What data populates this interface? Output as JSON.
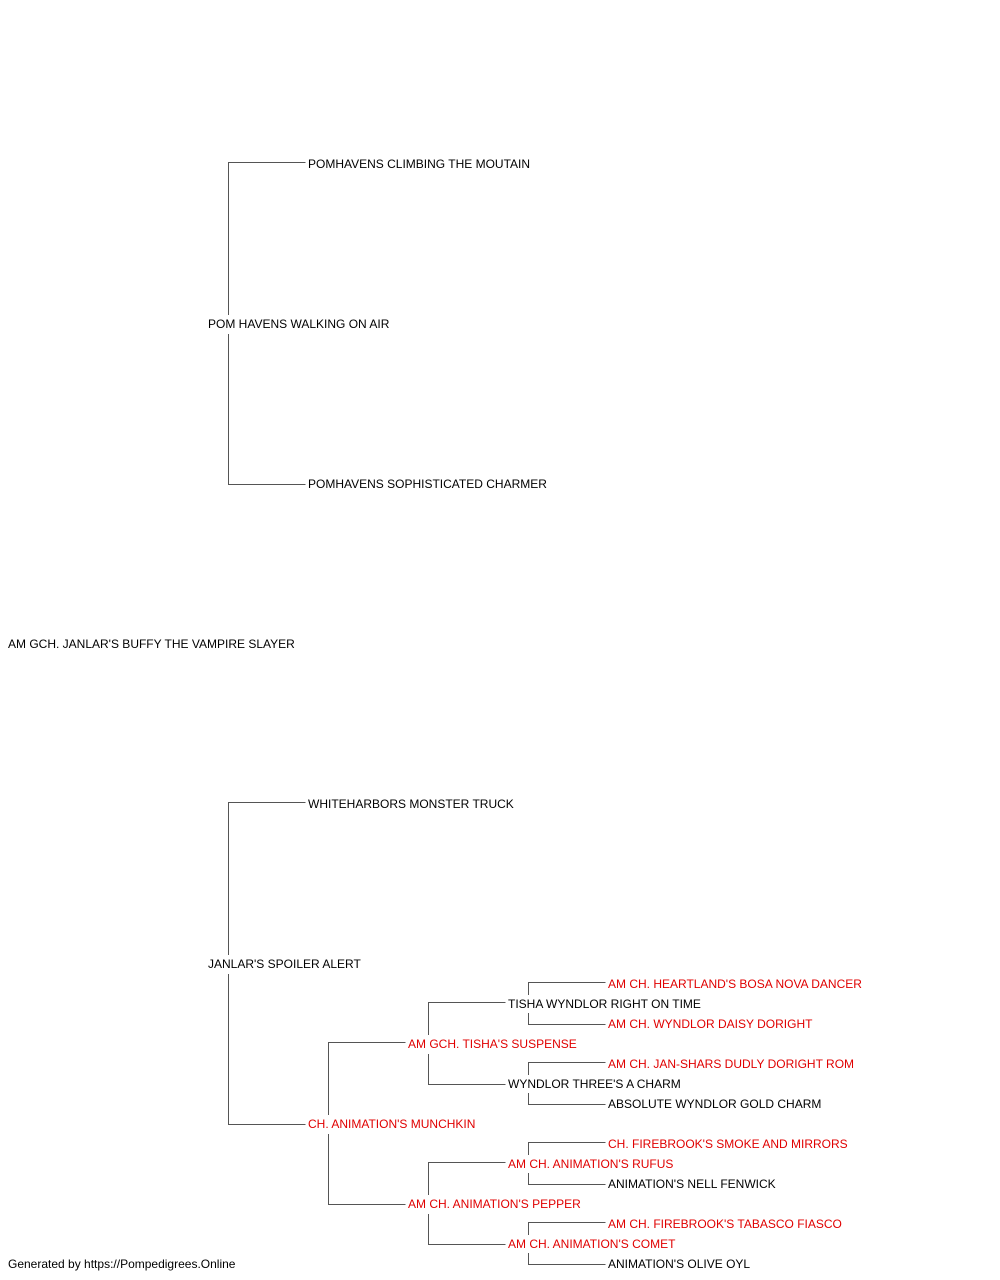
{
  "pedigree": {
    "subject": {
      "name": "AM GCH. JANLAR'S BUFFY THE VAMPIRE SLAYER",
      "titled": false
    },
    "sire": {
      "name": "POM HAVENS WALKING ON AIR",
      "titled": false,
      "sire": {
        "name": "POMHAVENS CLIMBING THE MOUTAIN",
        "titled": false
      },
      "dam": {
        "name": "POMHAVENS SOPHISTICATED CHARMER",
        "titled": false
      }
    },
    "dam": {
      "name": "JANLAR'S SPOILER ALERT",
      "titled": false,
      "sire": {
        "name": "WHITEHARBORS MONSTER TRUCK",
        "titled": false
      },
      "dam": {
        "name": "CH. ANIMATION'S MUNCHKIN",
        "titled": true,
        "sire": {
          "name": "AM GCH. TISHA'S SUSPENSE",
          "titled": true,
          "sire": {
            "name": "TISHA WYNDLOR RIGHT ON TIME",
            "titled": false,
            "sire": {
              "name": "AM CH. HEARTLAND'S BOSA NOVA DANCER",
              "titled": true
            },
            "dam": {
              "name": "AM CH. WYNDLOR DAISY DORIGHT",
              "titled": true
            }
          },
          "dam": {
            "name": "WYNDLOR THREE'S A CHARM",
            "titled": false,
            "sire": {
              "name": "AM CH. JAN-SHARS DUDLY DORIGHT ROM",
              "titled": true
            },
            "dam": {
              "name": "ABSOLUTE WYNDLOR GOLD CHARM",
              "titled": false
            }
          }
        },
        "dam": {
          "name": "AM CH. ANIMATION'S PEPPER",
          "titled": true,
          "sire": {
            "name": "AM CH. ANIMATION'S RUFUS",
            "titled": true,
            "sire": {
              "name": "CH. FIREBROOK'S SMOKE AND MIRRORS",
              "titled": true
            },
            "dam": {
              "name": "ANIMATION'S NELL FENWICK",
              "titled": false
            }
          },
          "dam": {
            "name": "AM CH. ANIMATION'S COMET",
            "titled": true,
            "sire": {
              "name": "AM CH. FIREBROOK'S TABASCO FIASCO",
              "titled": true
            },
            "dam": {
              "name": "ANIMATION'S OLIVE OYL",
              "titled": false
            }
          }
        }
      }
    }
  },
  "colors": {
    "titled": "#e00000",
    "untitled": "#000000",
    "connector": "#555555"
  },
  "footer": {
    "text": "Generated by https://Pompedigrees.Online"
  }
}
